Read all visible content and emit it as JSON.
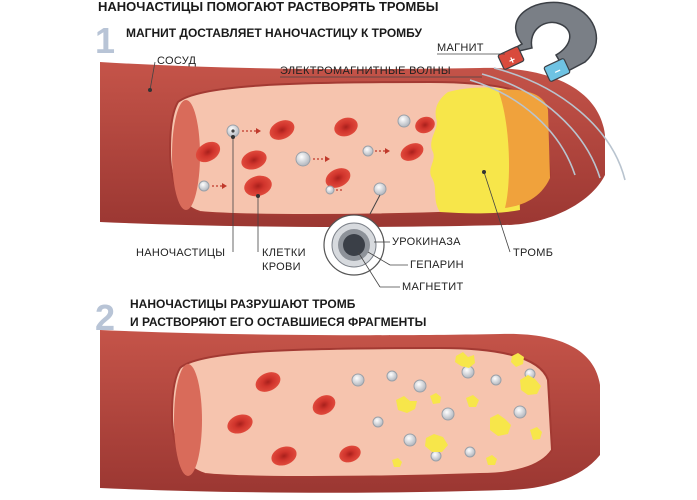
{
  "title": "НАНОЧАСТИЦЫ ПОМОГАЮТ РАСТВОРЯТЬ ТРОМБЫ",
  "step1": {
    "number": "1",
    "heading": "МАГНИТ ДОСТАВЛЯЕТ НАНОЧАСТИЦУ К ТРОМБУ"
  },
  "step2": {
    "number": "2",
    "heading_line1": "НАНОЧАСТИЦЫ РАЗРУШАЮТ ТРОМБ",
    "heading_line2": "И РАСТВОРЯЮТ ЕГО ОСТАВШИЕСЯ ФРАГМЕНТЫ"
  },
  "labels": {
    "vessel": "СОСУД",
    "magnet": "МАГНИТ",
    "waves": "ЭЛЕКТРОМАГНИТНЫЕ ВОЛНЫ",
    "nanoparticles": "НАНОЧАСТИЦЫ",
    "blood_cells_line1": "КЛЕТКИ",
    "blood_cells_line2": "КРОВИ",
    "urokinase": "УРОКИНАЗА",
    "heparin": "ГЕПАРИН",
    "magnetite": "МАГНЕТИТ",
    "thrombus": "ТРОМБ"
  },
  "magnet_poles": {
    "plus": "+",
    "minus": "−"
  },
  "colors": {
    "vessel_wall": "#b5443c",
    "vessel_wall_dark": "#8e2e2a",
    "vessel_lumen": "#f6c4ae",
    "red_cell": "#d0342c",
    "nanoparticle": "#c9ccd1",
    "thrombus": "#f7e64a",
    "thrombus_core": "#f0a23c",
    "magnet_body": "#7a7f86",
    "magnet_plus": "#d94a3c",
    "magnet_minus": "#6fc3e3"
  }
}
